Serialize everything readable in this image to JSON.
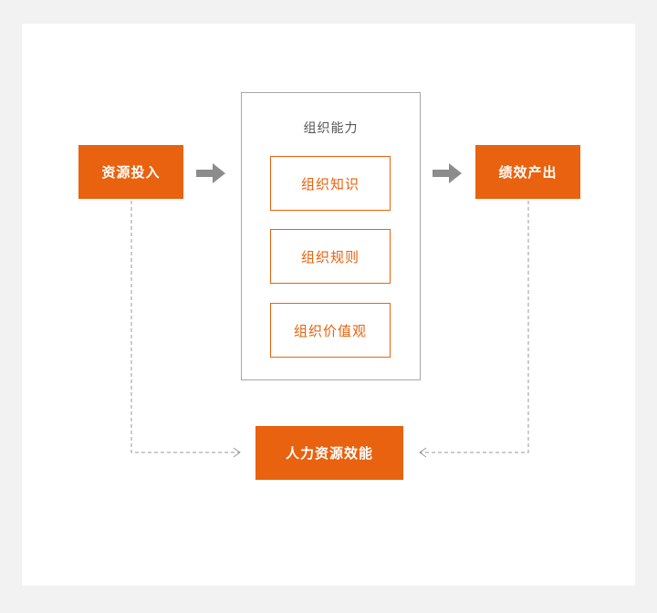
{
  "diagram": {
    "input_label": "资源投入",
    "output_label": "绩效产出",
    "capability_title": "组织能力",
    "capability_items": [
      "组织知识",
      "组织规则",
      "组织价值观"
    ],
    "efficiency_label": "人力资源效能"
  },
  "colors": {
    "accent": "#e8620f",
    "arrow": "#8c8c8c",
    "dashed_line": "#999999",
    "container_border": "#a8a8a8"
  }
}
